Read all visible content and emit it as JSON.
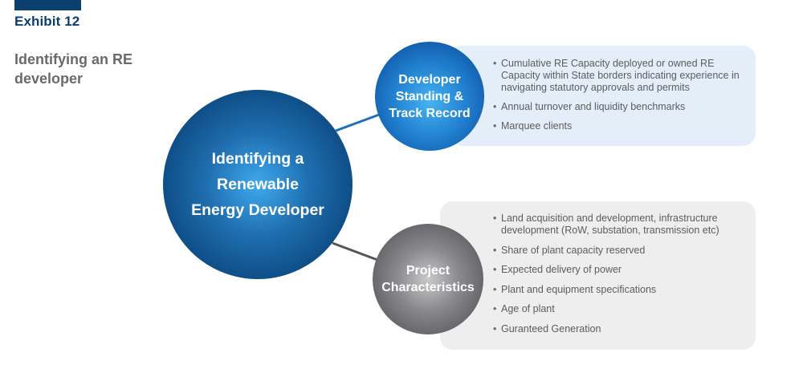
{
  "exhibit": {
    "label": "Exhibit 12",
    "accent_color": "#0d3f6e"
  },
  "subtitle": "Identifying an RE developer",
  "diagram": {
    "center": {
      "lines": [
        "Identifying a",
        "Renewable",
        "Energy Developer"
      ],
      "color": "#0d4a82"
    },
    "nodes": [
      {
        "id": "developer-standing",
        "lines": [
          "Developer",
          "Standing &",
          "Track Record"
        ],
        "color": "#1f6fc0",
        "connector_color": "#1e6fb8",
        "panel_color": "#e4eef8",
        "bullets": [
          "Cumulative RE Capacity deployed or owned RE Capacity within State borders indicating experience in navigating statutory approvals and permits",
          "Annual turnover and liquidity benchmarks",
          "Marquee clients"
        ]
      },
      {
        "id": "project-characteristics",
        "lines": [
          "Project",
          "Characteristics"
        ],
        "color": "#6a6a6e",
        "connector_color": "#555555",
        "panel_color": "#eeeeee",
        "bullets": [
          "Land acquisition and development, infrastructure development (RoW, substation, transmission etc)",
          "Share of plant capacity reserved",
          "Expected delivery of power",
          "Plant and equipment specifications",
          "Age of plant",
          "Guranteed Generation"
        ]
      }
    ]
  }
}
